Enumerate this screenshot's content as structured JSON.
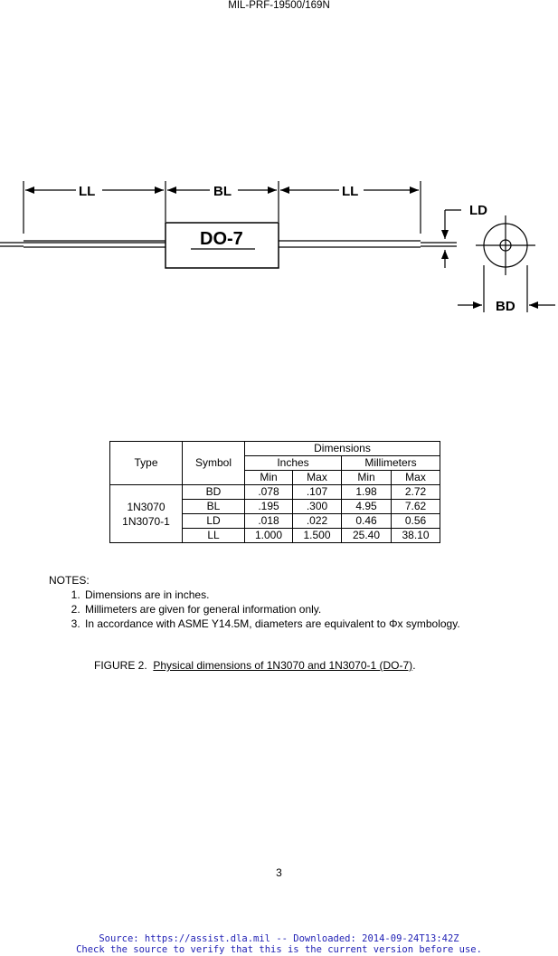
{
  "header": {
    "doc_id": "MIL-PRF-19500/169N"
  },
  "drawing": {
    "package_label": "DO-7",
    "labels": {
      "ll": "LL",
      "bl": "BL",
      "ld": "LD",
      "bd": "BD"
    }
  },
  "table": {
    "group_header": "Dimensions",
    "col_type": "Type",
    "col_symbol": "Symbol",
    "unit_inches": "Inches",
    "unit_mm": "Millimeters",
    "min": "Min",
    "max": "Max",
    "types": [
      "1N3070",
      "1N3070-1"
    ],
    "rows": [
      {
        "symbol": "BD",
        "in_min": ".078",
        "in_max": ".107",
        "mm_min": "1.98",
        "mm_max": "2.72"
      },
      {
        "symbol": "BL",
        "in_min": ".195",
        "in_max": ".300",
        "mm_min": "4.95",
        "mm_max": "7.62"
      },
      {
        "symbol": "LD",
        "in_min": ".018",
        "in_max": ".022",
        "mm_min": "0.46",
        "mm_max": "0.56"
      },
      {
        "symbol": "LL",
        "in_min": "1.000",
        "in_max": "1.500",
        "mm_min": "25.40",
        "mm_max": "38.10"
      }
    ]
  },
  "notes": {
    "title": "NOTES:",
    "items": [
      "Dimensions are in inches.",
      "Millimeters are given for general information only.",
      "In accordance with ASME Y14.5M, diameters are equivalent to Φx symbology."
    ]
  },
  "figure": {
    "prefix": "FIGURE 2.",
    "caption": "Physical dimensions of 1N3070 and 1N3070-1 (DO-7)",
    "suffix": "."
  },
  "page_number": "3",
  "footer": {
    "line1": "Source: https://assist.dla.mil -- Downloaded: 2014-09-24T13:42Z",
    "line2": "Check the source to verify that this is the current version before use."
  }
}
